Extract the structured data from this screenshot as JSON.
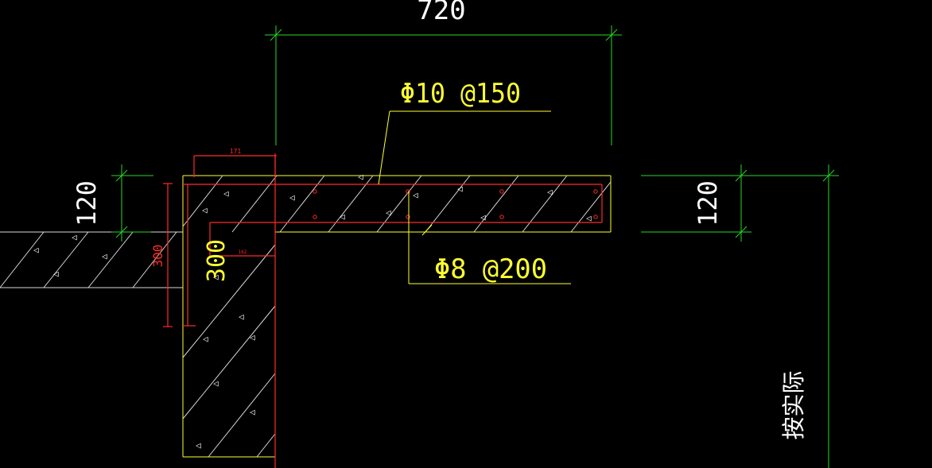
{
  "drawing": {
    "background_color": "#000000",
    "colors": {
      "dimension_green": "#27d627",
      "annotation_yellow": "#ffff30",
      "text_white": "#ffffff",
      "rebar_red": "#ff2a2a",
      "outline_white": "#d9d9d9"
    },
    "dimensions": {
      "top_span": "720",
      "left_thickness": "120",
      "right_thickness": "120",
      "column_width_small": "171",
      "column_height_red": "300",
      "column_height_yellow": "300",
      "inner_small": "162"
    },
    "annotations": {
      "top_rebar": "Φ10 @150",
      "bottom_rebar": "Φ8 @200"
    },
    "vertical_label": "按实际"
  }
}
